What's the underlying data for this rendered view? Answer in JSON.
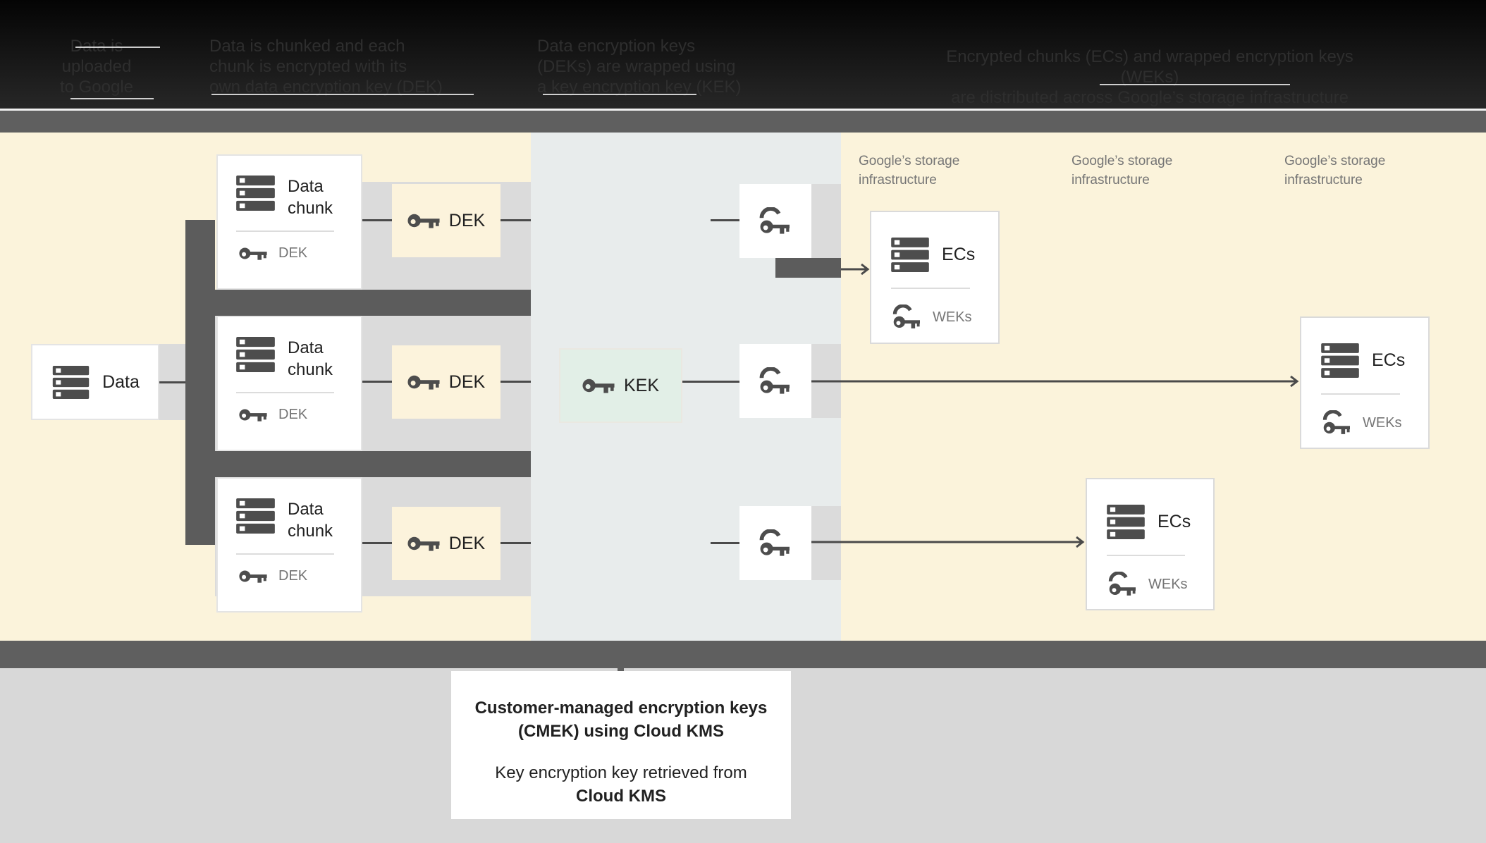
{
  "header": {
    "background": "#111111",
    "text_color": "#2e2e2e",
    "steps": [
      {
        "label": "Data is\nuploaded\nto Google"
      },
      {
        "label": "Data is chunked and each\nchunk is encrypted with its\nown data encryption key (DEK)"
      },
      {
        "label": "Data encryption keys\n(DEKs) are wrapped using\na key encryption key (KEK)"
      },
      {
        "label": "Encrypted chunks (ECs) and wrapped encryption keys (WEKs)\nare distributed across Google’s storage infrastructure"
      }
    ]
  },
  "diagram": {
    "data_box": {
      "label": "Data"
    },
    "chunks": [
      {
        "title": "Data\nchunk",
        "key_label": "DEK",
        "dek_label": "DEK"
      },
      {
        "title": "Data\nchunk",
        "key_label": "DEK",
        "dek_label": "DEK"
      },
      {
        "title": "Data\nchunk",
        "key_label": "DEK",
        "dek_label": "DEK"
      }
    ],
    "kek": {
      "label": "KEK"
    },
    "storage_sections": [
      {
        "label": "Google’s storage\ninfrastructure"
      },
      {
        "label": "Google’s storage\ninfrastructure"
      },
      {
        "label": "Google’s storage\ninfrastructure"
      }
    ],
    "ecs_boxes": [
      {
        "title": "ECs",
        "key_label": "WEKs"
      },
      {
        "title": "ECs",
        "key_label": "WEKs"
      },
      {
        "title": "ECs",
        "key_label": "WEKs"
      }
    ],
    "colors": {
      "cream_panel": "#FBF3DB",
      "kms_panel": "#E8ECEC",
      "dark_connector": "#5C5C5C",
      "light_connector": "#DBDBDB",
      "dek_box_fill": "#FCF3DC",
      "kek_box_fill": "#E2EFE7",
      "icon_gray": "#4D4D4D",
      "label_gray": "#757575",
      "text_dark": "#212121"
    },
    "icons": {
      "data": "database-icon",
      "key": "key-icon",
      "wrapped_key": "wrapped-key-icon"
    }
  },
  "caption": {
    "title": "Customer-managed encryption keys\n(CMEK) using Cloud KMS",
    "subtitle_normal": "Key encryption key retrieved from",
    "subtitle_bold": "Cloud KMS"
  }
}
